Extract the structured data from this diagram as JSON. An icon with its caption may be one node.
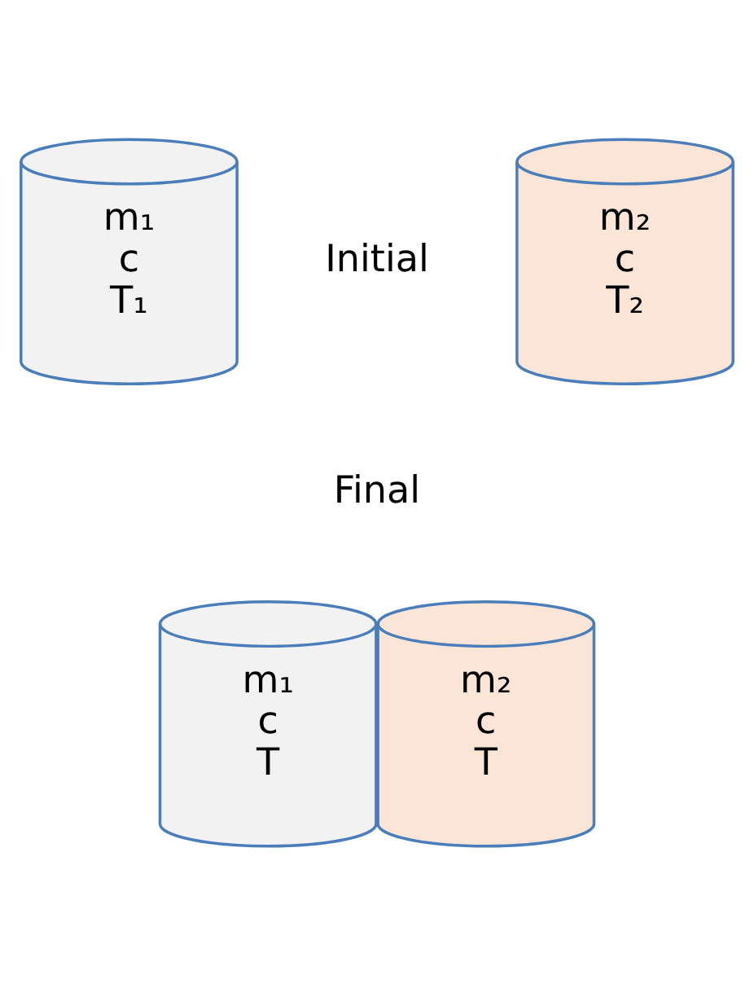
{
  "diagram": {
    "nodes": [
      {
        "text": [
          "m₁",
          "c",
          "T₁"
        ]
      },
      {
        "text": [
          "m₂",
          "c",
          "T₂"
        ]
      },
      {
        "text": [
          "m₁",
          "c",
          "T"
        ]
      },
      {
        "text": [
          "m₂",
          "c",
          "T"
        ]
      }
    ],
    "edges": [],
    "labels": [
      "Initial",
      "Final"
    ]
  }
}
